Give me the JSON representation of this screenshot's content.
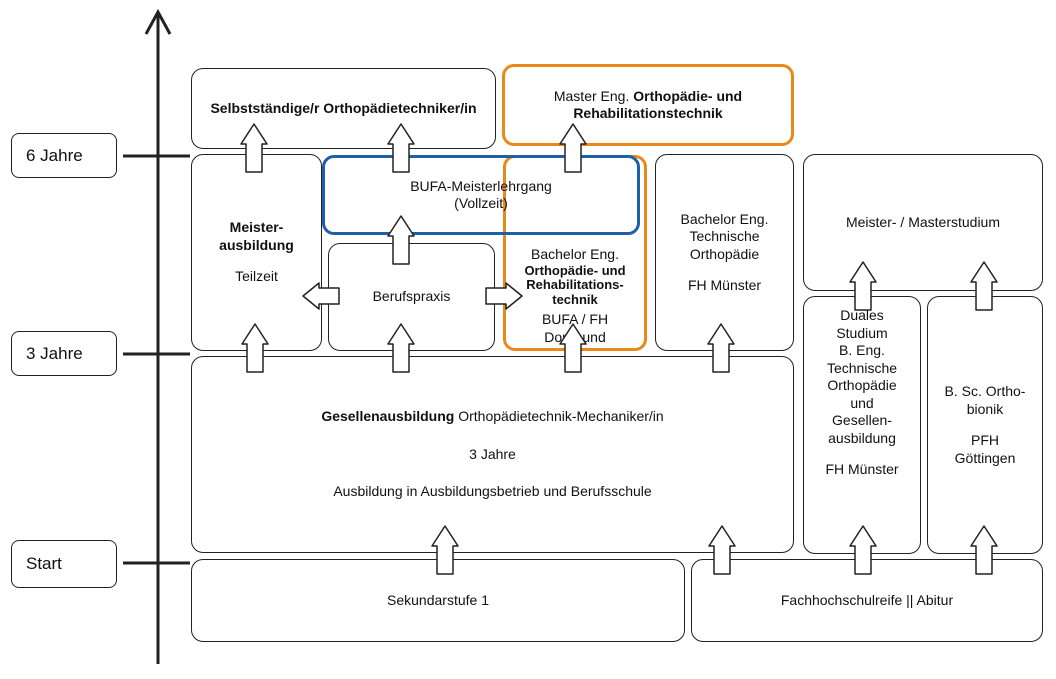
{
  "levels": {
    "six_years": "6 Jahre",
    "three_years": "3 Jahre",
    "start": "Start"
  },
  "boxes": {
    "selbststaendig": "Selbstständige/r Orthopädietechniker/in",
    "master": {
      "prefix": "Master Eng. ",
      "bold_line1": "Orthopädie- und",
      "bold_line2": "Rehabilitationstechnik"
    },
    "meister": {
      "line1": "Meister-",
      "line2": "ausbildung",
      "mode": "Teilzeit"
    },
    "bufa_meister": {
      "line1": "BUFA-Meisterlehrgang",
      "line2": "(Vollzeit)"
    },
    "berufspraxis": "Berufspraxis",
    "bachelor_dortmund": {
      "line1": "Bachelor Eng.",
      "bold_line1": "Orthopädie- und",
      "bold_line2": "Rehabilitations-",
      "bold_line3": "technik",
      "institution": "BUFA / FH Dortmund"
    },
    "bachelor_muenster": {
      "line1": "Bachelor Eng.",
      "line2": "Technische",
      "line3": "Orthopädie",
      "institution": "FH Münster"
    },
    "meister_master_studium": "Meister- / Masterstudium",
    "duales_studium": {
      "line1": "Duales",
      "line2": "Studium",
      "line3": "B. Eng.",
      "line4": "Technische",
      "line5": "Orthopädie",
      "line6": "und",
      "line7": "Gesellen-",
      "line8": "ausbildung",
      "institution": "FH Münster"
    },
    "orthobionik": {
      "line1": "B. Sc. Ortho-",
      "line2": "bionik",
      "institution_line1": "PFH",
      "institution_line2": "Göttingen"
    },
    "gesellen": {
      "bold": "Gesellenausbildung",
      "rest": " Orthopädietechnik-Mechaniker/in",
      "duration": "3 Jahre",
      "description": "Ausbildung in Ausbildungsbetrieb und Berufsschule"
    },
    "sekundarstufe": "Sekundarstufe 1",
    "fachhochschulreife": "Fachhochschulreife || Abitur"
  },
  "colors": {
    "line": "#222222",
    "orange_highlight": "#E8891A",
    "blue_highlight": "#1F5FA8",
    "background": "#FFFFFF"
  }
}
